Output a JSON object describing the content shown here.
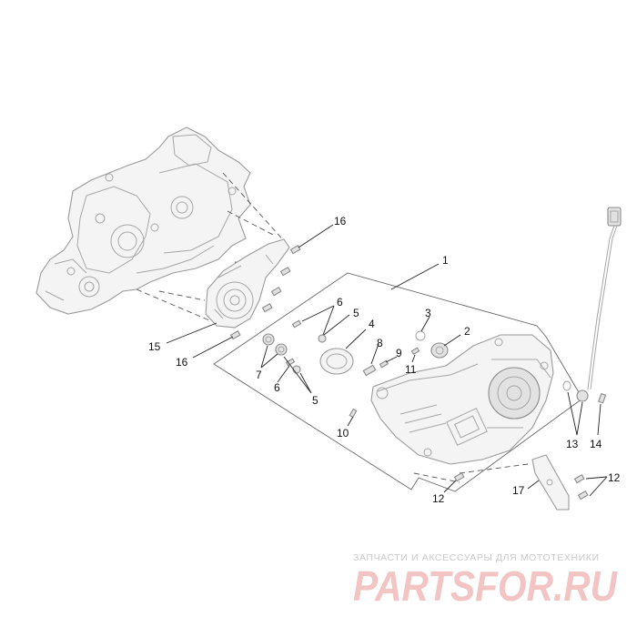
{
  "callouts": [
    {
      "id": "c1",
      "text": "1"
    },
    {
      "id": "c2",
      "text": "2"
    },
    {
      "id": "c3",
      "text": "3"
    },
    {
      "id": "c4",
      "text": "4"
    },
    {
      "id": "c5a",
      "text": "5"
    },
    {
      "id": "c5b",
      "text": "5"
    },
    {
      "id": "c6a",
      "text": "6"
    },
    {
      "id": "c6b",
      "text": "6"
    },
    {
      "id": "c7",
      "text": "7"
    },
    {
      "id": "c8",
      "text": "8"
    },
    {
      "id": "c9",
      "text": "9"
    },
    {
      "id": "c10",
      "text": "10"
    },
    {
      "id": "c11",
      "text": "11"
    },
    {
      "id": "c12a",
      "text": "12"
    },
    {
      "id": "c12b",
      "text": "12"
    },
    {
      "id": "c13",
      "text": "13"
    },
    {
      "id": "c14",
      "text": "14"
    },
    {
      "id": "c15",
      "text": "15"
    },
    {
      "id": "c16a",
      "text": "16"
    },
    {
      "id": "c16b",
      "text": "16"
    },
    {
      "id": "c17",
      "text": "17"
    }
  ],
  "watermark": {
    "tagline": "ЗАПЧАСТИ И АКСЕССУАРЫ ДЛЯ МОТОТЕХНИКИ",
    "logo": "PARTSFOR.RU",
    "logo_color": "#f2c4c4"
  }
}
